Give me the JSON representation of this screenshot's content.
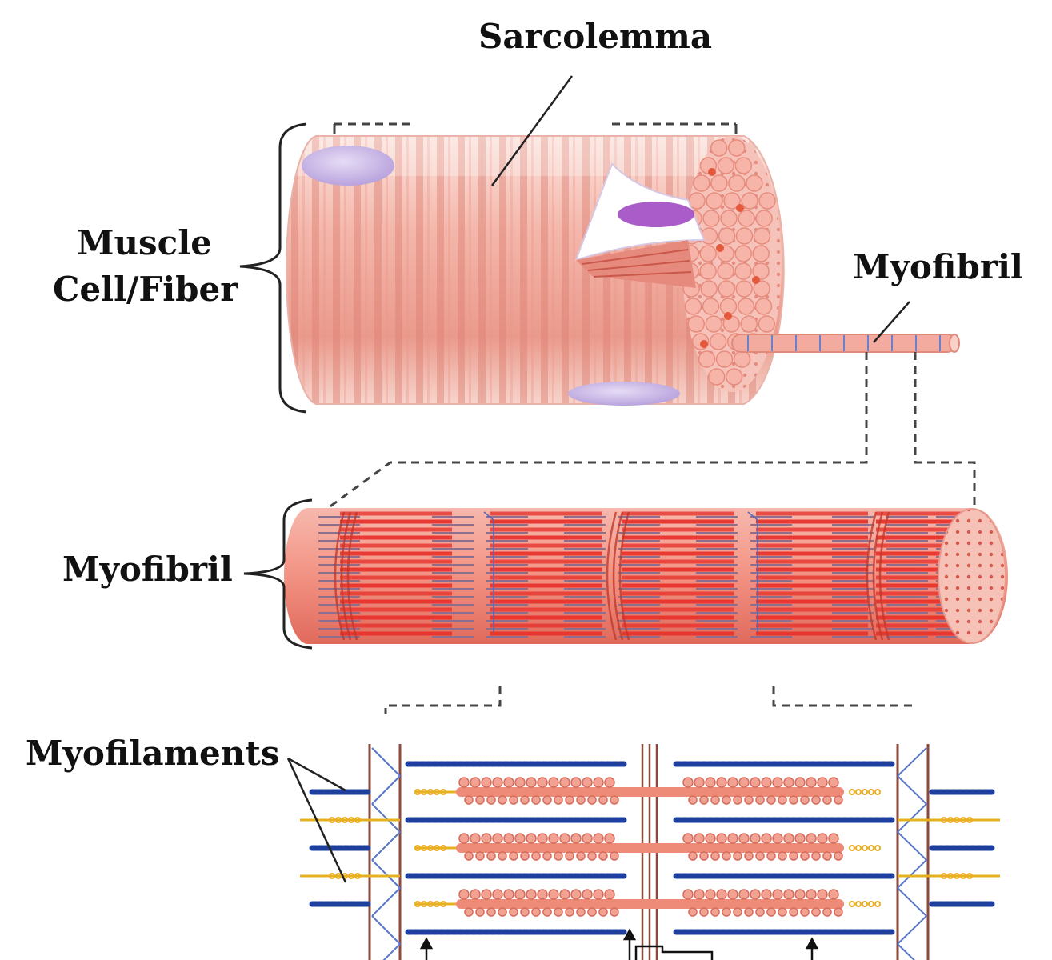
{
  "labels": {
    "sarcolemma": "Sarcolemma",
    "muscle_cell_line1": "Muscle",
    "muscle_cell_line2": "Cell/Fiber",
    "myofibril_top": "Myofibril",
    "myofibril_mid": "Myofibril",
    "myofilaments": "Myofilaments"
  },
  "colors": {
    "fiber_base": "#f3b2a6",
    "fiber_stripe": "#d9756a",
    "fiber_light": "#fbe2dc",
    "nucleus": "#c9b6e6",
    "nucleus_dark": "#9b3fc0",
    "myofibril_red": "#e8342d",
    "myofibril_pink": "#f59a8c",
    "actin_blue": "#1f3f9e",
    "myosin_salmon": "#ee8a78",
    "titin_yellow": "#e8b020",
    "z_line": "#8b4a3e",
    "line": "#222222"
  }
}
